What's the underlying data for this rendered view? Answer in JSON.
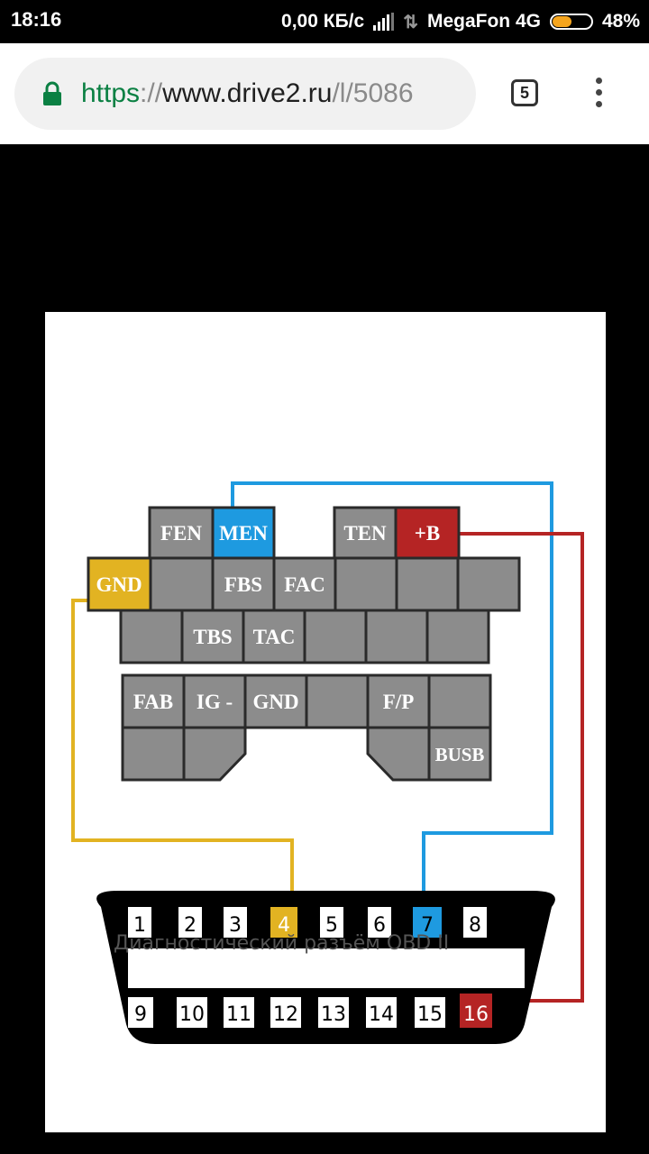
{
  "status_bar": {
    "time": "18:16",
    "network_speed": "0,00 КБ/с",
    "carrier": "MegaFon 4G",
    "battery": "48%",
    "battery_level": 0.48
  },
  "browser": {
    "url_scheme": "https",
    "url_separator": "://",
    "url_host": "www.drive2.ru",
    "url_path": "/l/5086",
    "tab_count": "5",
    "icons": [
      "lock-icon",
      "tabs-icon",
      "more-vert-icon"
    ]
  },
  "diagram": {
    "caption": "Диагностический разъём OBD II",
    "colors": {
      "yellow": "#e2b322",
      "blue": "#1e9ae0",
      "red": "#b52424",
      "gray": "#8c8c8c"
    },
    "top_row": [
      "FEN",
      "MEN",
      "TEN",
      "+B"
    ],
    "row2": [
      "GND",
      "",
      "FBS",
      "FAC",
      "",
      "",
      ""
    ],
    "row3": [
      "",
      "TBS",
      "TAC",
      "",
      "",
      ""
    ],
    "row4": [
      "FAB",
      "IG -",
      "GND",
      "",
      "F/P",
      ""
    ],
    "row5": [
      "",
      "",
      "BUSB"
    ],
    "obd_top_pins": [
      "1",
      "2",
      "3",
      "4",
      "5",
      "6",
      "7",
      "8"
    ],
    "obd_bottom_pins": [
      "9",
      "10",
      "11",
      "12",
      "13",
      "14",
      "15",
      "16"
    ]
  }
}
